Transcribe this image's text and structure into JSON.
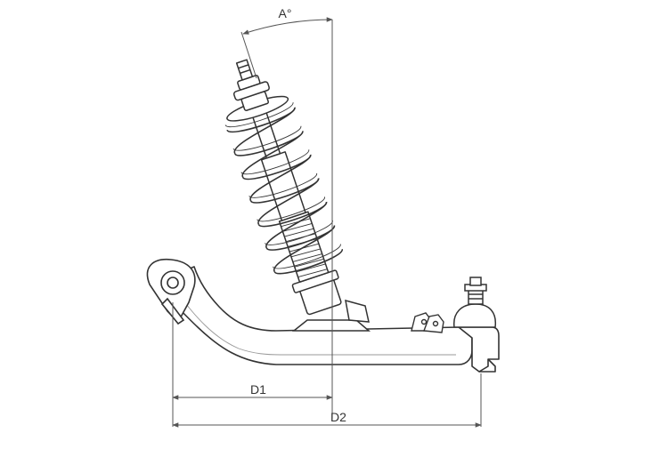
{
  "diagram": {
    "labels": {
      "angle": "A°",
      "dim1": "D1",
      "dim2": "D2"
    },
    "colors": {
      "line": "#333333",
      "dimension": "#555555",
      "background": "#ffffff"
    }
  }
}
